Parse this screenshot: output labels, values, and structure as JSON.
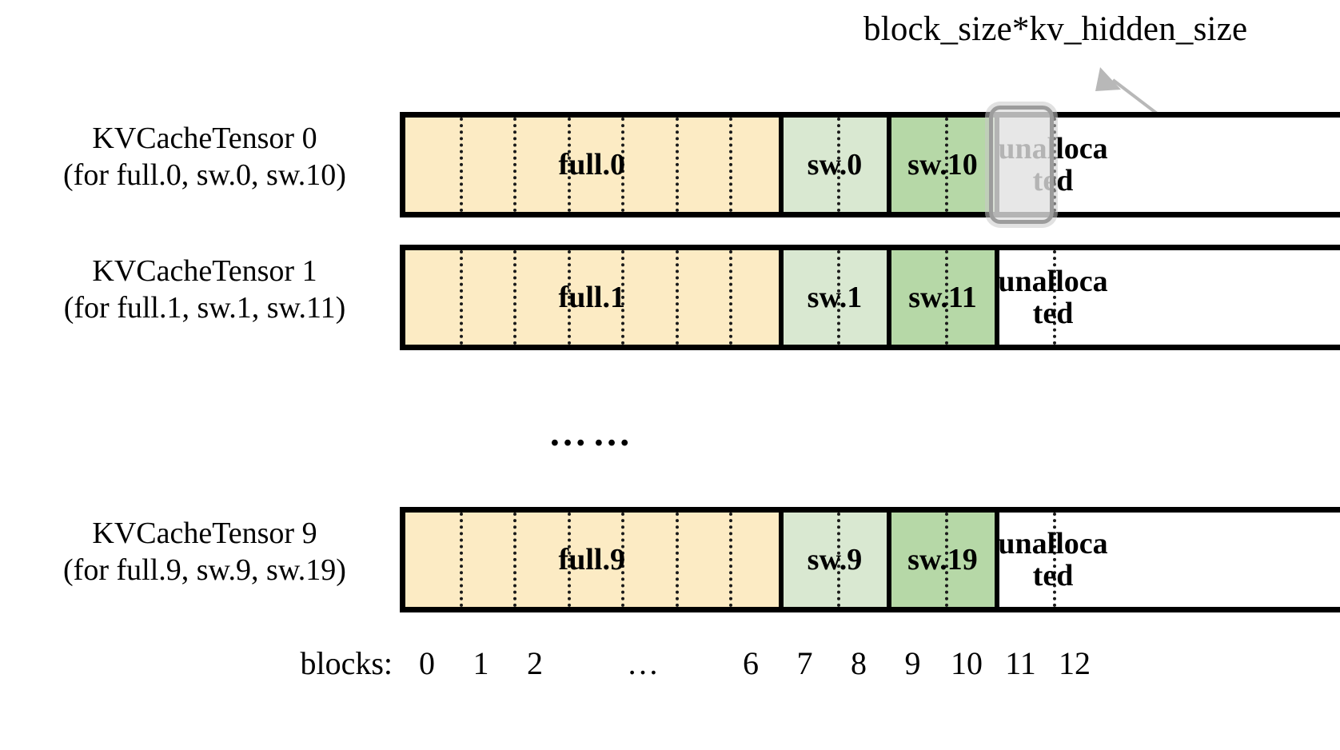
{
  "diagram": {
    "title_annotation": "block_size*kv_hidden_size",
    "ellipsis": "……",
    "rows": [
      {
        "label_line1": "KVCacheTensor 0",
        "label_line2": "(for full.0, sw.0, sw.10)",
        "segments": [
          {
            "name": "full.0",
            "kind": "full",
            "blocks": 7
          },
          {
            "name": "sw.0",
            "kind": "sw-light",
            "blocks": 2
          },
          {
            "name": "sw.10",
            "kind": "sw-dark",
            "blocks": 2
          },
          {
            "name": "unalloca ted",
            "kind": "unallocated",
            "blocks": 2
          }
        ],
        "highlighted_block": 11
      },
      {
        "label_line1": "KVCacheTensor 1",
        "label_line2": "(for full.1, sw.1, sw.11)",
        "segments": [
          {
            "name": "full.1",
            "kind": "full",
            "blocks": 7
          },
          {
            "name": "sw.1",
            "kind": "sw-light",
            "blocks": 2
          },
          {
            "name": "sw.11",
            "kind": "sw-dark",
            "blocks": 2
          },
          {
            "name": "unalloca ted",
            "kind": "unallocated",
            "blocks": 2
          }
        ],
        "highlighted_block": null
      },
      {
        "label_line1": "KVCacheTensor 9",
        "label_line2": "(for full.9, sw.9, sw.19)",
        "segments": [
          {
            "name": "full.9",
            "kind": "full",
            "blocks": 7
          },
          {
            "name": "sw.9",
            "kind": "sw-light",
            "blocks": 2
          },
          {
            "name": "sw.19",
            "kind": "sw-dark",
            "blocks": 2
          },
          {
            "name": "unalloca ted",
            "kind": "unallocated",
            "blocks": 2
          }
        ],
        "highlighted_block": null
      }
    ],
    "axis": {
      "title": "blocks:",
      "ticks": [
        "0",
        "1",
        "2",
        "…",
        "6",
        "7",
        "8",
        "9",
        "10",
        "11",
        "12"
      ]
    },
    "colors": {
      "full": "#FCEBC4",
      "sw_light": "#D9E8D1",
      "sw_dark": "#B6D8A7",
      "unallocated": "#FFFFFF",
      "border": "#000000",
      "highlight_border": "#9C9C9C",
      "highlight_fill": "#E1E1E1",
      "arrow": "#B8B8B8"
    }
  }
}
